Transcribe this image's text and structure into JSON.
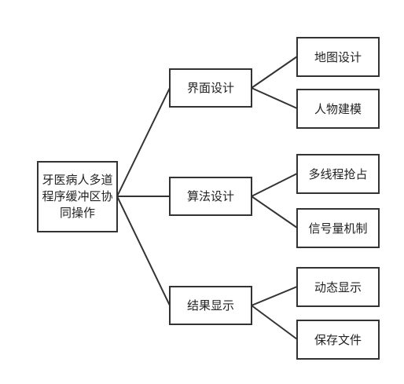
{
  "root": {
    "label": "牙医病人多道程序缓冲区协同操作"
  },
  "branches": [
    {
      "label": "界面设计",
      "children": [
        "地图设计",
        "人物建模"
      ]
    },
    {
      "label": "算法设计",
      "children": [
        "多线程抢占",
        "信号量机制"
      ]
    },
    {
      "label": "结果显示",
      "children": [
        "动态显示",
        "保存文件"
      ]
    }
  ]
}
